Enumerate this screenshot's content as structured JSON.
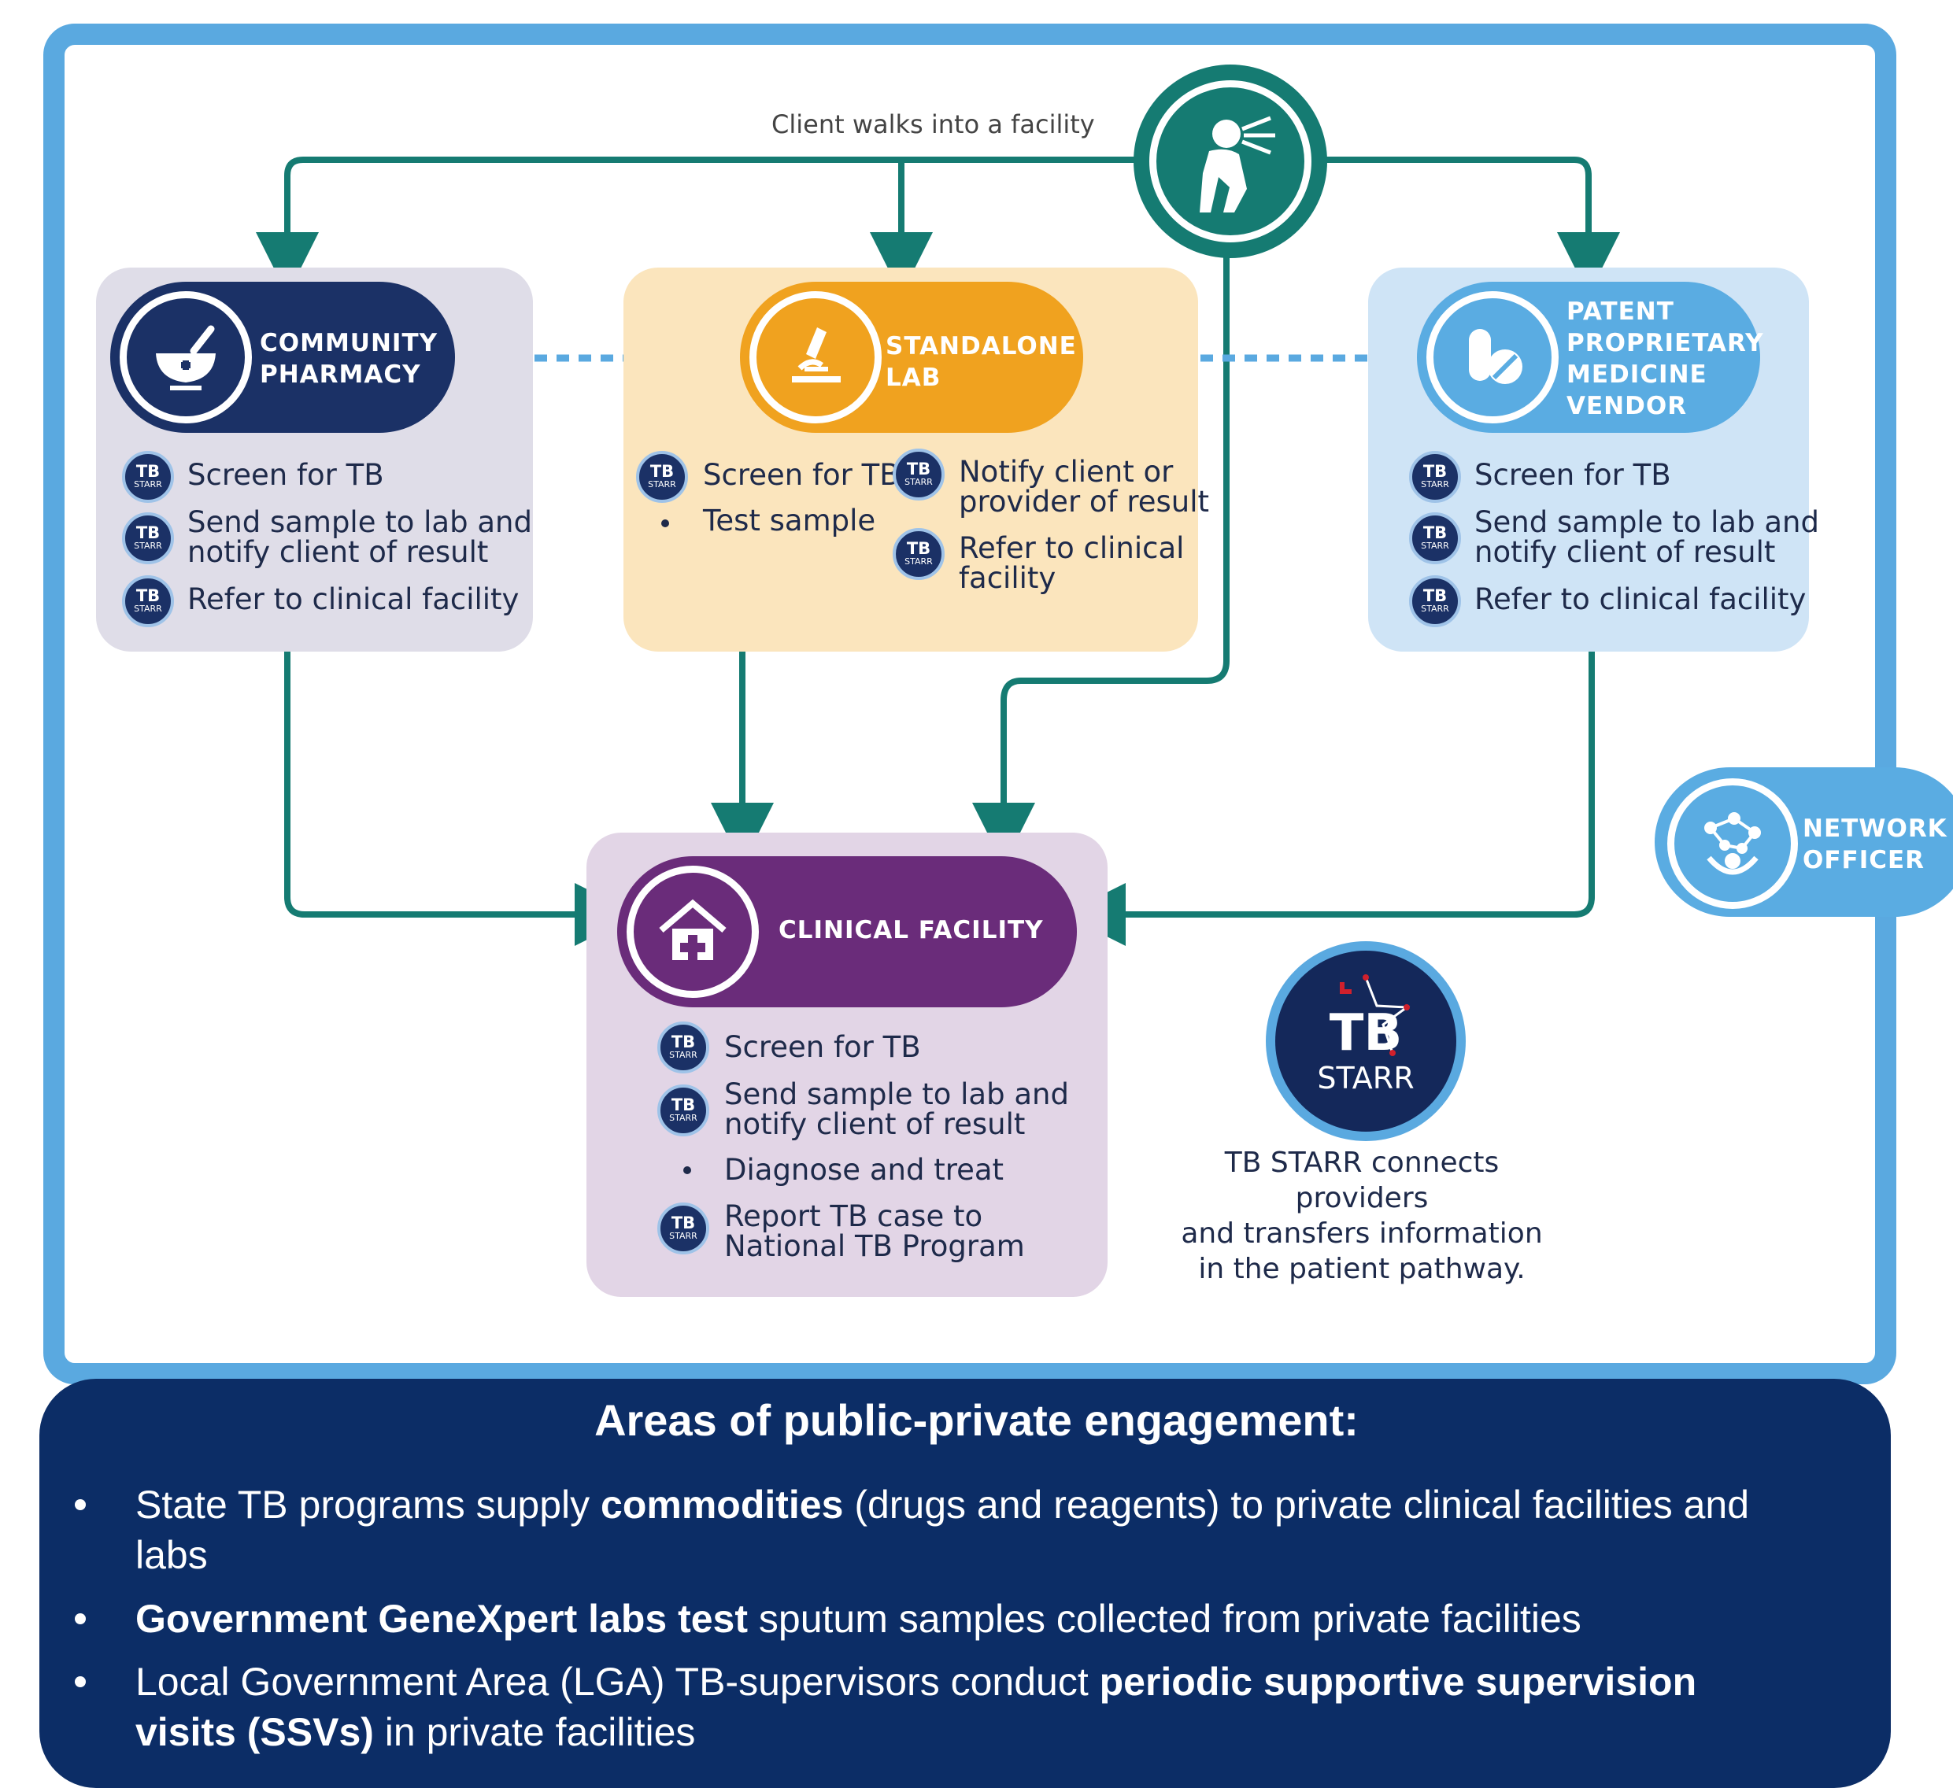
{
  "diagram": {
    "entry_label": "Client walks into a facility",
    "community_pharmacy": {
      "title": "COMMUNITY\nPHARMACY",
      "items": [
        "Screen for TB",
        "Send sample to lab and\nnotify client of result",
        "Refer to clinical facility"
      ]
    },
    "standalone_lab": {
      "title": "STANDALONE\nLAB",
      "items_left": [
        "Screen for TB",
        "Test sample"
      ],
      "items_right": [
        "Notify client or\nprovider of result",
        "Refer to clinical\nfacility"
      ]
    },
    "ppmv": {
      "title": "PATENT\nPROPRIETARY\nMEDICINE\nVENDOR",
      "items": [
        "Screen for TB",
        "Send sample to lab and\nnotify client of result",
        "Refer to clinical facility"
      ]
    },
    "clinical_facility": {
      "title": "CLINICAL FACILITY",
      "items": [
        "Screen for TB",
        "Send sample to lab and\nnotify client of result",
        "Diagnose and treat",
        "Report TB case to\nNational TB Program"
      ]
    },
    "network_officer": {
      "title": "NETWORK\nOFFICER"
    },
    "tb_starr_logo": {
      "line1": "TB",
      "line2": "STARR"
    },
    "tb_starr_caption": "TB STARR connects providers\nand transfers information\nin the patient pathway.",
    "badge": {
      "line1": "TB",
      "line2": "STARR"
    }
  },
  "panel": {
    "title": "Areas of public-private engagement:",
    "bullets": [
      {
        "pre": "State TB programs supply ",
        "bold": "commodities",
        "post": " (drugs and reagents) to private clinical facilities and labs"
      },
      {
        "pre": "",
        "bold": "Government GeneXpert labs test",
        "post": " sputum samples collected from private facilities"
      },
      {
        "pre": "Local Government Area (LGA) TB-supervisors conduct ",
        "bold": "periodic supportive supervision visits (SSVs)",
        "post": " in private facilities"
      }
    ]
  },
  "colors": {
    "frame": "#5aa9e0",
    "arrow": "#157b72",
    "dotted": "#5aa9e0",
    "pharmacy_pill": "#1b3166",
    "lab_pill": "#f0a21f",
    "ppmv_pill": "#5aace2",
    "clinical_pill": "#6a2c7a",
    "panel": "#0c2d66"
  }
}
